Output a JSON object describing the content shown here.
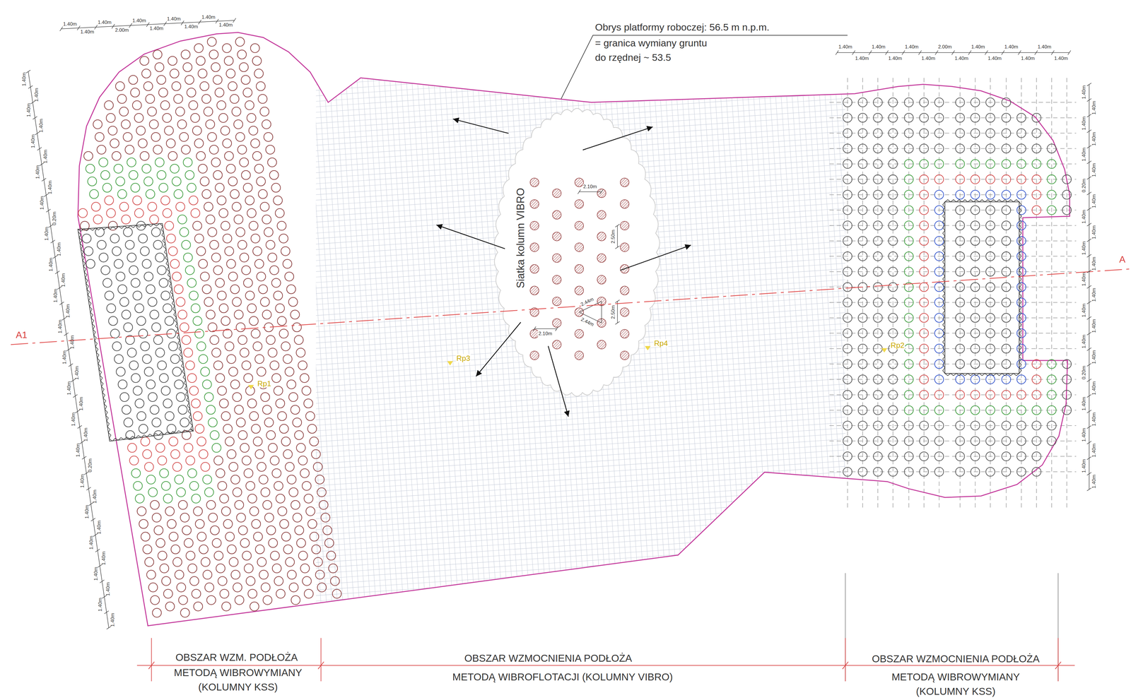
{
  "diagram": {
    "labels": [
      "Obrys platformy roboczej: 56.5 m n.p.m.",
      "= granica wymiany gruntu",
      "do rzędnej ~ 53.5",
      "Siatka kolumn VIBRO",
      "2.10m",
      "2.50m",
      "2.44m",
      "2.44m",
      "2.50m",
      "2.10m",
      "Rp1",
      "Rp2",
      "Rp3",
      "Rp4",
      "A1",
      "A",
      "OBSZAR WZM. PODŁOŻA",
      "METODĄ WIBROWYMIANY",
      "(KOLUMNY KSS)",
      "OBSZAR WZMOCNIENIA PODŁOŻA",
      "METODĄ WIBROFLOTACJI (KOLUMNY VIBRO)",
      "OBSZAR WZMOCNIENIA PODŁOŻA",
      "METODĄ WIBROWYMIANY",
      "(KOLUMNY KSS)",
      "1.40m",
      "1.40m",
      "1.40m",
      "2.00m",
      "1.40m",
      "1.40m",
      "1.40m",
      "1.40m",
      "1.40m",
      "1.40m",
      "1.40m",
      "1.40m",
      "1.40m",
      "1.40m",
      "1.40m",
      "1.40m",
      "1.40m",
      "1.40m",
      "1.40m",
      "0.20m",
      "1.40m",
      "1.40m",
      "1.40m",
      "1.40m",
      "1.40m",
      "1.40m",
      "1.40m",
      "1.40m",
      "1.40m",
      "1.40m",
      "1.40m",
      "1.40m",
      "1.40m",
      "1.40m",
      "1.40m",
      "0.20m",
      "1.40m",
      "1.40m",
      "1.40m",
      "1.40m",
      "1.40m",
      "1.40m",
      "1.40m",
      "1.40m",
      "1.40m",
      "1.40m",
      "1.40m",
      "1.40m",
      "1.40m",
      "1.40m",
      "1.40m",
      "1.40m",
      "2.00m",
      "1.40m",
      "1.40m",
      "1.40m",
      "1.40m",
      "1.40m",
      "1.40m",
      "1.40m",
      "1.40m",
      "1.40m",
      "1.40m",
      "1.40m",
      "1.40m",
      "1.40m",
      "0.20m",
      "1.40m",
      "1.40m",
      "1.40m",
      "1.40m",
      "1.40m",
      "1.40m",
      "1.40m",
      "1.40m",
      "1.40m",
      "1.40m",
      "1.40m",
      "0.20m",
      "1.40m",
      "1.40m",
      "1.40m",
      "1.40m",
      "1.40m",
      "1.40m",
      "1.40m"
    ]
  }
}
